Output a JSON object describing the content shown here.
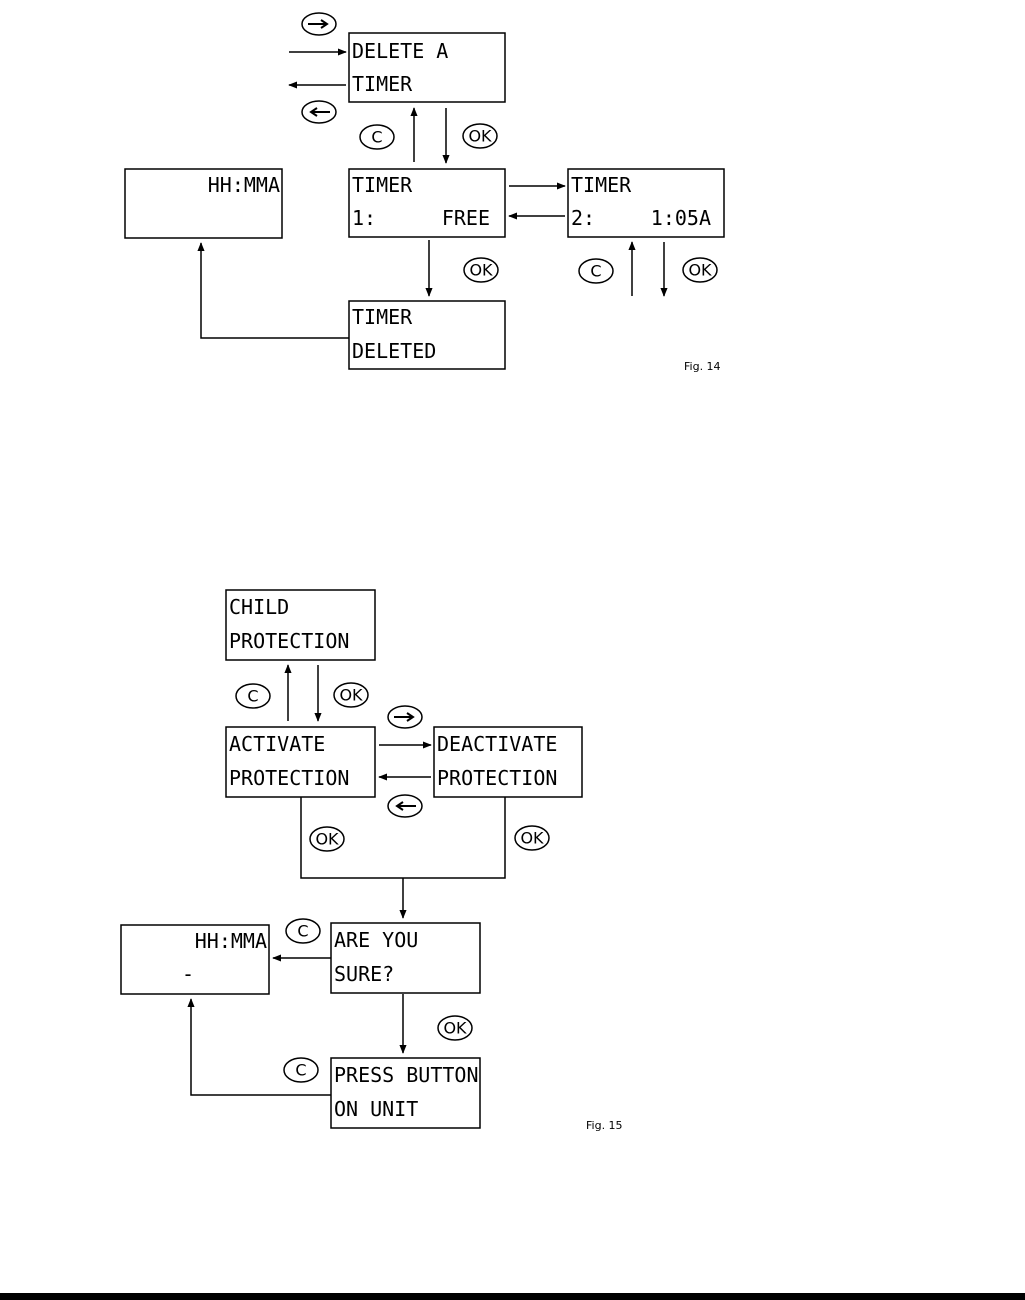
{
  "fig14": {
    "caption": "Fig. 14",
    "delete_screen": {
      "line1": "DELETE  A",
      "line2": "TIMER"
    },
    "timer1_screen": {
      "line1": "TIMER",
      "line2_left": "1:",
      "line2_right": "FREE"
    },
    "timer2_screen": {
      "line1": "TIMER",
      "line2_left": "2:",
      "line2_right": "1:05A"
    },
    "clock_screen": {
      "line1": "HH:MMA"
    },
    "deleted_screen": {
      "line1": "TIMER",
      "line2": "DELETED"
    }
  },
  "fig15": {
    "caption": "Fig. 15",
    "child_screen": {
      "line1": "CHILD",
      "line2": "PROTECTION"
    },
    "activate_screen": {
      "line1": "ACTIVATE",
      "line2": "PROTECTION"
    },
    "deactivate_screen": {
      "line1": "DEACTIVATE",
      "line2": "PROTECTION"
    },
    "sure_screen": {
      "line1": "ARE  YOU",
      "line2": "SURE?"
    },
    "clock_screen": {
      "line1": "HH:MMA",
      "line2": "-"
    },
    "press_screen": {
      "line1": "PRESS  BUTTON",
      "line2": "ON  UNIT"
    }
  },
  "buttons": {
    "ok": "OK",
    "cancel": "C",
    "right_arrow": "right-arrow-icon",
    "left_arrow": "left-arrow-icon"
  }
}
